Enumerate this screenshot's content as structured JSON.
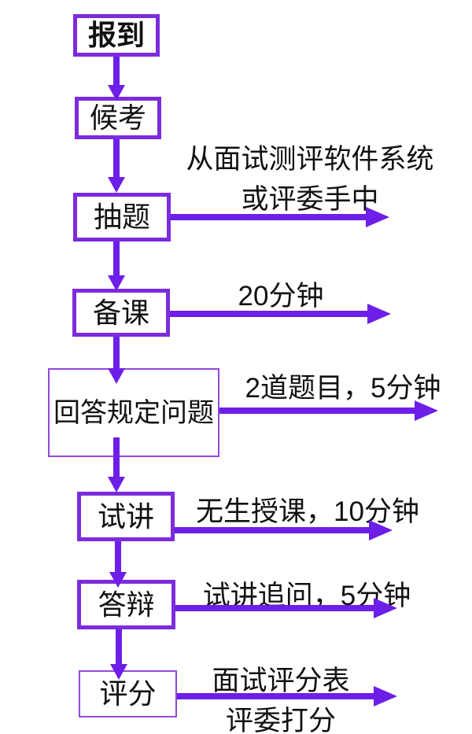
{
  "title": "面试流程图",
  "colors": {
    "arrow": "#6D1FE8",
    "box_border": "#7B2CDD",
    "box_border_light": "#9049D9",
    "text": "#111111",
    "background": "#ffffff"
  },
  "steps": [
    {
      "id": "check-in",
      "label": "报到"
    },
    {
      "id": "wait-exam",
      "label": "候考"
    },
    {
      "id": "draw-question",
      "label": "抽题"
    },
    {
      "id": "prepare-lesson",
      "label": "备课"
    },
    {
      "id": "answer-questions",
      "label": "回答规定问题"
    },
    {
      "id": "trial-lecture",
      "label": "试讲"
    },
    {
      "id": "defense",
      "label": "答辩"
    },
    {
      "id": "scoring",
      "label": "评分"
    }
  ],
  "annotations": [
    {
      "for": "draw-question",
      "lines": [
        "从面试测评软件系统",
        "或评委手中"
      ]
    },
    {
      "for": "prepare-lesson",
      "lines": [
        "20分钟"
      ]
    },
    {
      "for": "answer-questions",
      "lines": [
        "2道题目，5分钟"
      ]
    },
    {
      "for": "trial-lecture",
      "lines": [
        "无生授课，10分钟"
      ]
    },
    {
      "for": "defense",
      "lines": [
        "试讲追问，5分钟"
      ]
    },
    {
      "for": "scoring",
      "lines": [
        "面试评分表",
        "评委打分"
      ]
    }
  ]
}
